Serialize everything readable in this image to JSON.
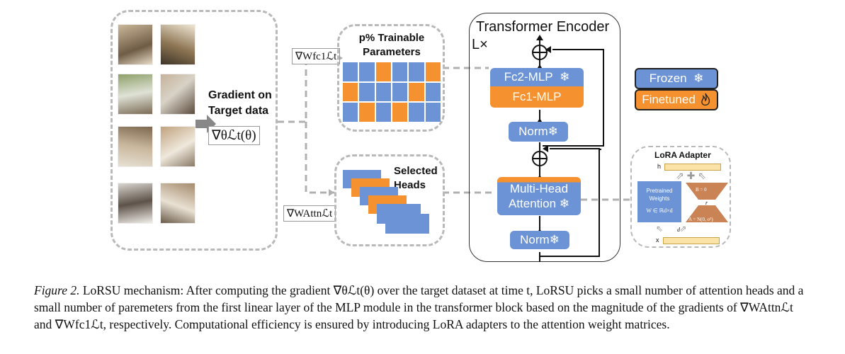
{
  "left": {
    "gradient_title": "Gradient on Target data",
    "gradient_formula": "∇θℒt(θ)",
    "images": [
      "room-1",
      "room-2",
      "room-3",
      "room-4",
      "room-5",
      "room-6",
      "room-7",
      "room-8"
    ]
  },
  "grad_labels": {
    "fc1": "∇Wfc1ℒt",
    "attn": "∇WAttnℒt"
  },
  "trainable": {
    "title": "p% Trainable Parameters",
    "grid": [
      [
        "blue",
        "blue",
        "orange",
        "blue",
        "blue",
        "orange"
      ],
      [
        "orange",
        "blue",
        "blue",
        "blue",
        "orange",
        "blue"
      ],
      [
        "blue",
        "orange",
        "blue",
        "orange",
        "blue",
        "blue"
      ]
    ]
  },
  "heads": {
    "title": "Selected Heads"
  },
  "encoder": {
    "title": "Transformer Encoder",
    "repeat": "L×",
    "fc2": "Fc2-MLP",
    "fc1": "Fc1-MLP",
    "norm_top": "Norm",
    "mha_line1": "Multi-Head",
    "mha_line2": "Attention",
    "norm_bottom": "Norm",
    "snowflake": "❄"
  },
  "legend": {
    "frozen": "Frozen",
    "finetuned": "Finetuned",
    "colors": {
      "frozen": "#6b93d6",
      "finetuned": "#f5922f"
    }
  },
  "lora": {
    "title": "LoRA Adapter",
    "h": "h",
    "x": "x",
    "pretrained_line1": "Pretrained",
    "pretrained_line2": "Weights",
    "pretrained_formula": "W ∈ ℝd×d",
    "b": "B = 0",
    "a": "A = N(0, σ²)",
    "r": "r",
    "d": "d"
  },
  "caption": {
    "label": "Figure 2.",
    "text": "LoRSU mechanism: After computing the gradient ∇θℒt(θ) over the target dataset at time t, LoRSU picks a small number of attention heads and a small number of paremeters from the first linear layer of the MLP module in the transformer block based on the magnitude of the gradients of ∇WAttnℒt and ∇Wfc1ℒt, respectively. Computational efficiency is ensured by introducing LoRA adapters to the attention weight matrices."
  }
}
